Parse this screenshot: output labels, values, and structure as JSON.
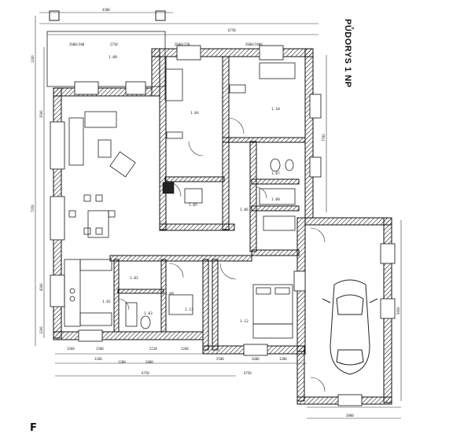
{
  "plan": {
    "title": "PŮDORYS 1 NP",
    "corner_mark": "F",
    "dims_top": [
      "4380",
      "6750",
      "2750",
      "2600/300",
      "2600/250",
      "2600/2000"
    ],
    "dims_bottom": [
      "1260",
      "1200",
      "2210",
      "1260",
      "2500",
      "2600",
      "1200",
      "2000",
      "1200",
      "6750",
      "6750",
      "1260"
    ],
    "dims_left": [
      "1200",
      "3500",
      "7350",
      "4300",
      "1200"
    ],
    "dims_right": [
      "7780",
      "5800",
      "2000"
    ],
    "room_labels": [
      "1.01",
      "1.02",
      "1.03",
      "1.04",
      "1.05",
      "1.06",
      "1.07",
      "1.08",
      "1.09",
      "1.10",
      "1.11",
      "1.12"
    ],
    "misc_labels": [
      "1.00"
    ]
  }
}
